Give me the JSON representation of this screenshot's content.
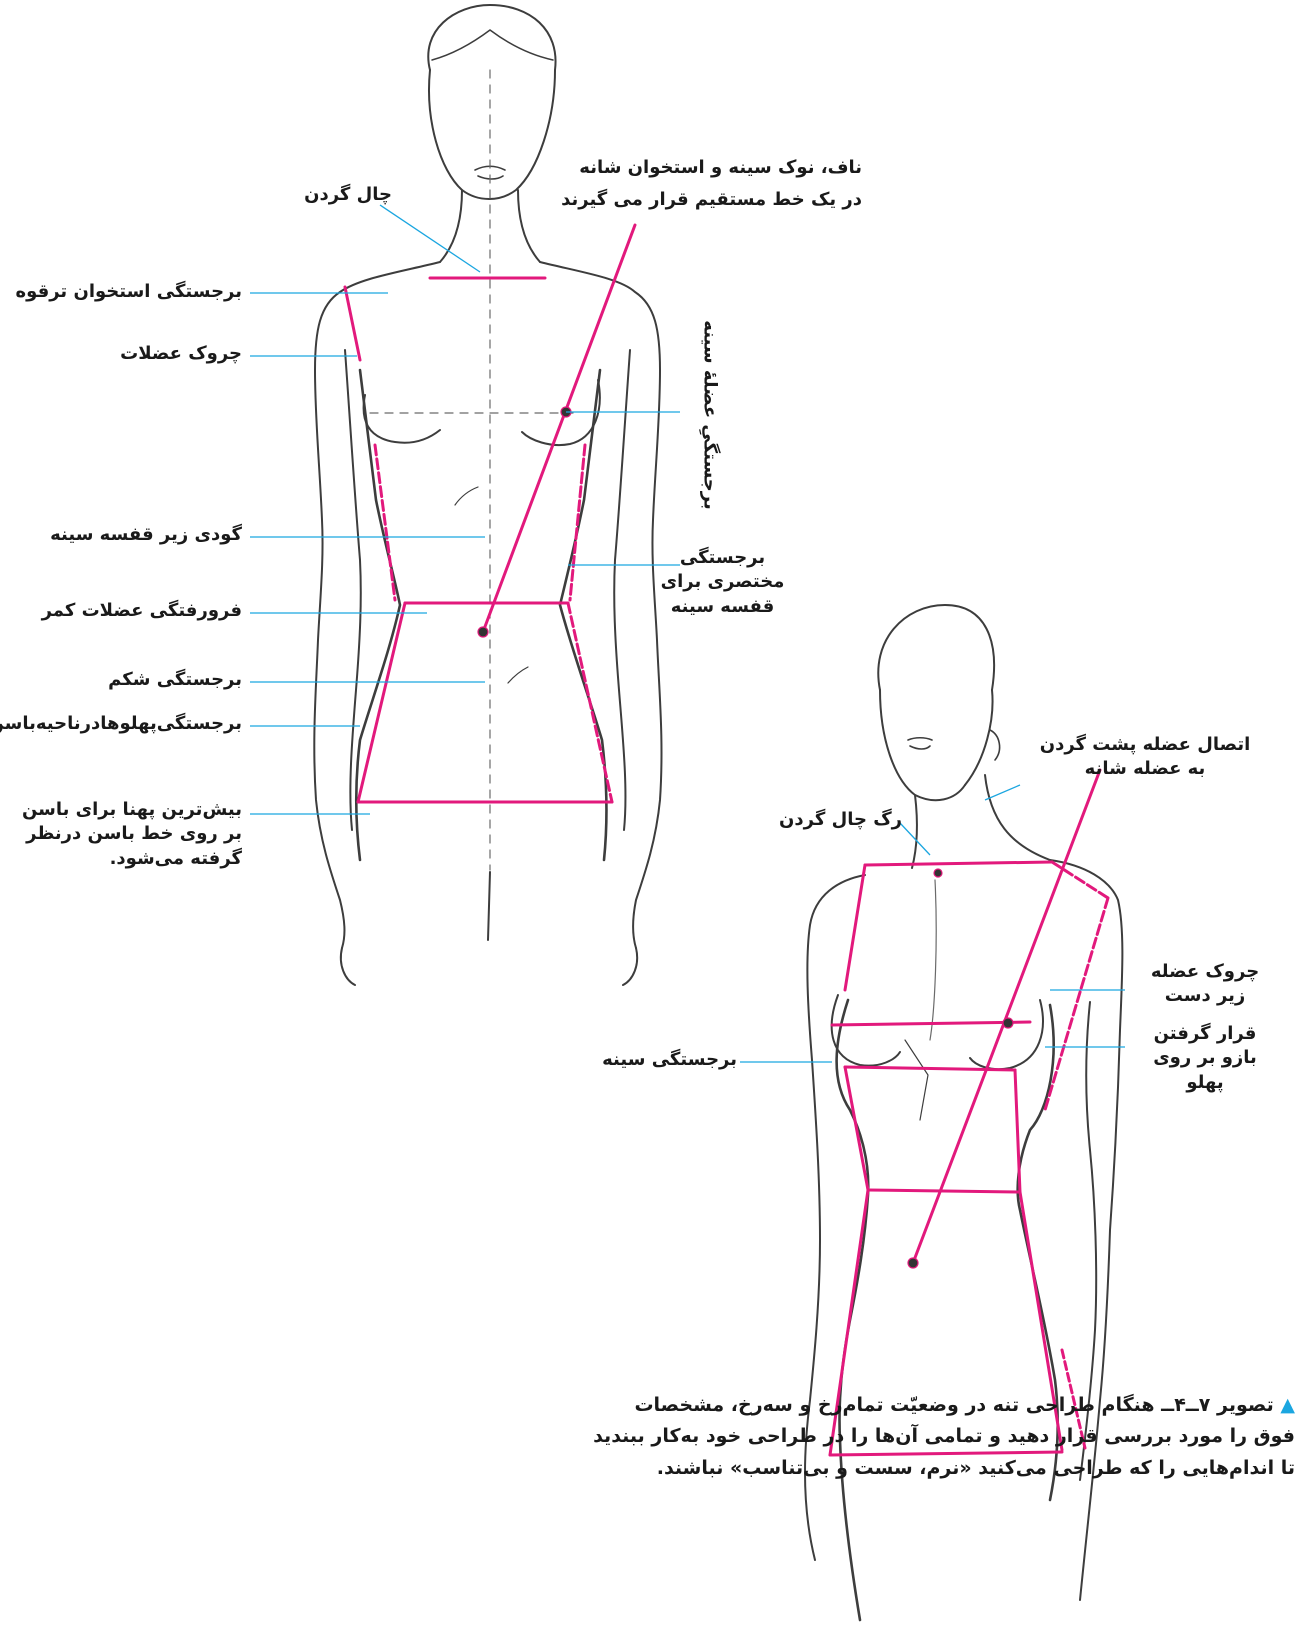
{
  "colors": {
    "guide": "#e2197c",
    "leader": "#1ba6e0",
    "sketch": "#3d3d3d",
    "text": "#1a1a1a"
  },
  "front_figure": {
    "labels": {
      "neck_hollow": "چال گردن",
      "alignment_note_line1": "ناف، نوک سینه و استخوان شانه",
      "alignment_note_line2": "در یک خط مستقیم قرار می گیرند",
      "collarbone": "برجستگی استخوان ترقوه",
      "muscle_crease": "چروک عضلات",
      "chest_muscle_vertical": "برجستگیِ عضلهٔ سینه",
      "ribcage_hollow": "گودی زیر قفسه سینه",
      "ribcage_bump_line1": "برجستگی",
      "ribcage_bump_line2": "مختصری برای",
      "ribcage_bump_line3": "قفسه سینه",
      "waist_muscles": "فرورفتگی عضلات کمر",
      "belly": "برجستگی شکم",
      "hips_sides": "برجستگی‌پهلوهادرناحیه‌باسن",
      "widest_line1": "بیش‌ترین پهنا برای باسن",
      "widest_line2": "بر روی خط باسن درنظر",
      "widest_line3": "گرفته می‌شود."
    }
  },
  "side_figure": {
    "labels": {
      "neck_back_line1": "اتصال عضله پشت گردن",
      "neck_back_line2": "به عضله شانه",
      "neck_vein": "رگ چال گردن",
      "underarm_line1": "چروک عضله",
      "underarm_line2": "زیر دست",
      "arm_line1": "قرار گرفتن",
      "arm_line2": "بازو بر روی",
      "arm_line3": "پهلو",
      "breast": "برجستگی سینه"
    }
  },
  "caption": {
    "marker": "▲",
    "line1": "تصویر ۷ــ۴ــ هنگام طراحی تنه در وضعیّت تمام‌رخ و سه‌رخ، مشخصات",
    "line2": "فوق را مورد بررسی قرار دهید و تمامی آن‌ها را در طراحی خود به‌کار ببندید",
    "line3": "تا اندام‌هایی را که طراحی می‌کنید «نرم، سست و بی‌تناسب» نباشند."
  }
}
